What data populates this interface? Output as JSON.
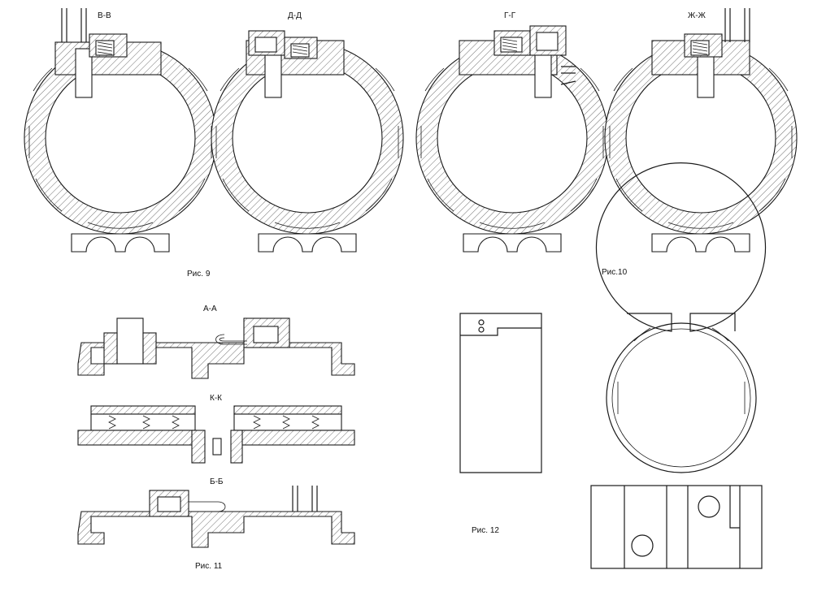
{
  "drawing": {
    "fig9": {
      "caption": "Рис. 9",
      "sections": [
        "В-В",
        "Д-Д"
      ]
    },
    "fig10": {
      "caption": "Рис.10",
      "sections": [
        "Г-Г",
        "Ж-Ж"
      ]
    },
    "fig11": {
      "caption": "Рис. 11",
      "sections": [
        "А-А",
        "К-К",
        "Б-Б"
      ]
    },
    "fig12": {
      "caption": "Рис. 12"
    }
  },
  "colors": {
    "line": "#1a1a1a",
    "paper": "#ffffff"
  }
}
